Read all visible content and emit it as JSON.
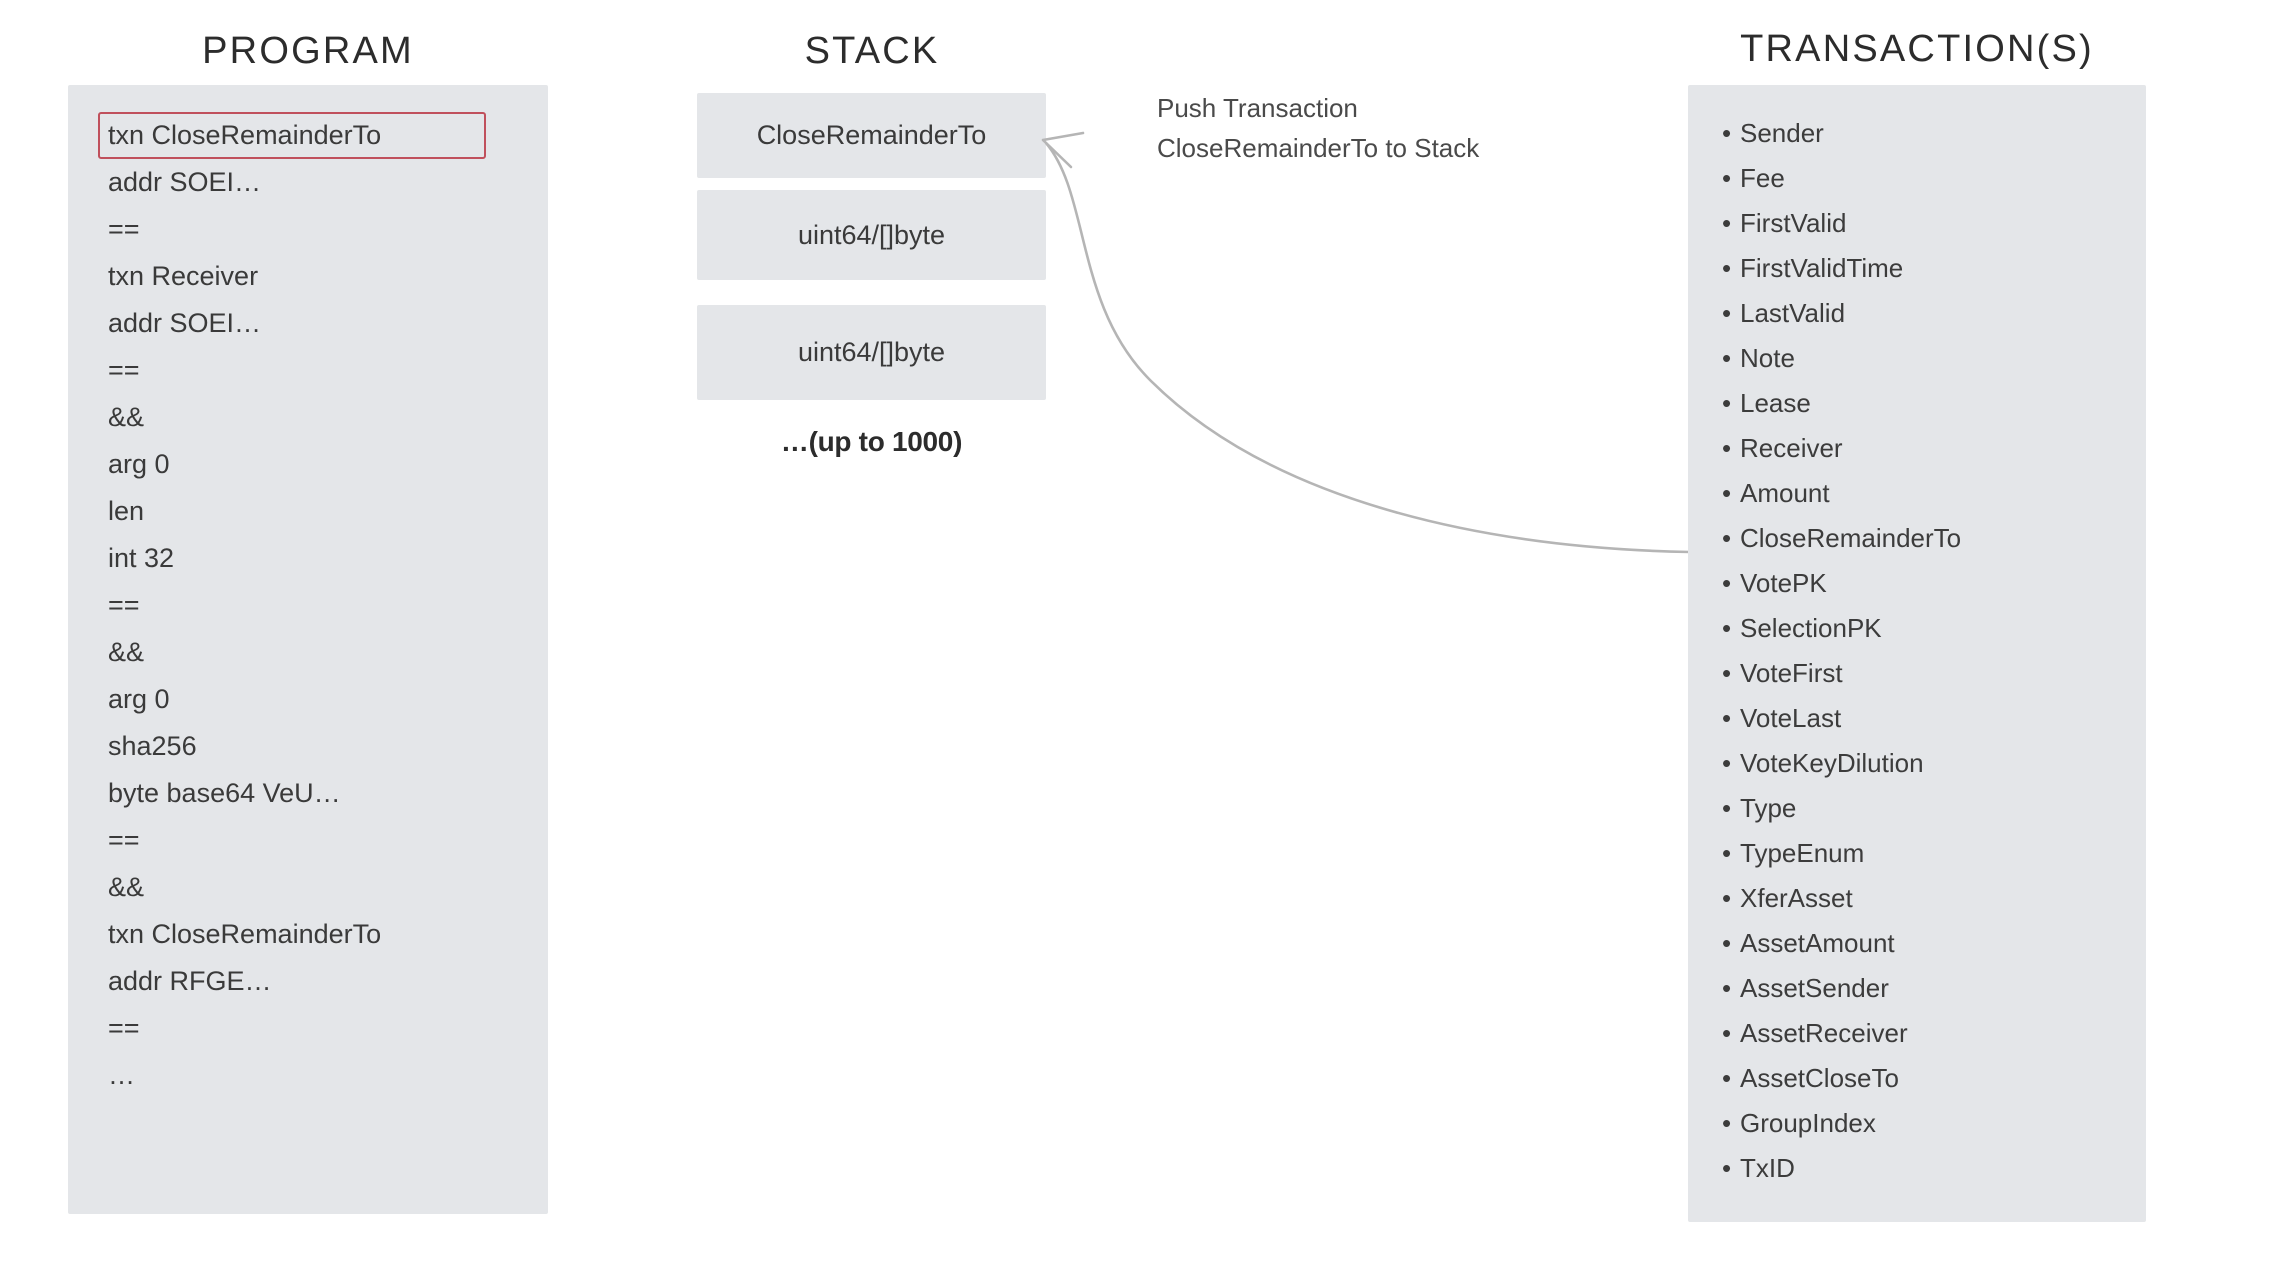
{
  "columns": {
    "program": {
      "heading": "PROGRAM",
      "lines": [
        {
          "text": "txn CloseRemainderTo",
          "highlighted": true
        },
        {
          "text": "addr SOEI…",
          "highlighted": false
        },
        {
          "text": "==",
          "highlighted": false
        },
        {
          "text": "txn Receiver",
          "highlighted": false
        },
        {
          "text": "addr SOEI…",
          "highlighted": false
        },
        {
          "text": "==",
          "highlighted": false
        },
        {
          "text": "&&",
          "highlighted": false
        },
        {
          "text": "arg 0",
          "highlighted": false
        },
        {
          "text": "len",
          "highlighted": false
        },
        {
          "text": "int 32",
          "highlighted": false
        },
        {
          "text": "==",
          "highlighted": false
        },
        {
          "text": "&&",
          "highlighted": false
        },
        {
          "text": "arg 0",
          "highlighted": false
        },
        {
          "text": "sha256",
          "highlighted": false
        },
        {
          "text": "byte base64 VeU…",
          "highlighted": false
        },
        {
          "text": "==",
          "highlighted": false
        },
        {
          "text": "&&",
          "highlighted": false
        },
        {
          "text": "txn CloseRemainderTo",
          "highlighted": false
        },
        {
          "text": "addr RFGE…",
          "highlighted": false
        },
        {
          "text": "==",
          "highlighted": false
        },
        {
          "text": "…",
          "highlighted": false
        }
      ]
    },
    "stack": {
      "heading": "STACK",
      "boxes": [
        {
          "label": "CloseRemainderTo"
        },
        {
          "label": "uint64/[]byte"
        },
        {
          "label": "uint64/[]byte"
        }
      ],
      "more_label": "…(up to 1000)"
    },
    "transactions": {
      "heading": "TRANSACTION(S)",
      "bullet_glyph": "•",
      "fields": [
        "Sender",
        "Fee",
        "FirstValid",
        "FirstValidTime",
        "LastValid",
        "Note",
        "Lease",
        "Receiver",
        "Amount",
        "CloseRemainderTo",
        "VotePK",
        "SelectionPK",
        "VoteFirst",
        "VoteLast",
        "VoteKeyDilution",
        "Type",
        "TypeEnum",
        "XferAsset",
        "AssetAmount",
        "AssetSender",
        "AssetReceiver",
        "AssetCloseTo",
        "GroupIndex",
        "TxID"
      ]
    }
  },
  "annotation": {
    "line1": "Push Transaction",
    "line2": "CloseRemainderTo to Stack"
  },
  "colors": {
    "panel_background": "#e4e6e9",
    "page_background": "#ffffff",
    "text": "#3a3a3a",
    "heading_text": "#2c2c2c",
    "highlight_border": "#c0505c",
    "arrow": "#b0b0b0"
  }
}
